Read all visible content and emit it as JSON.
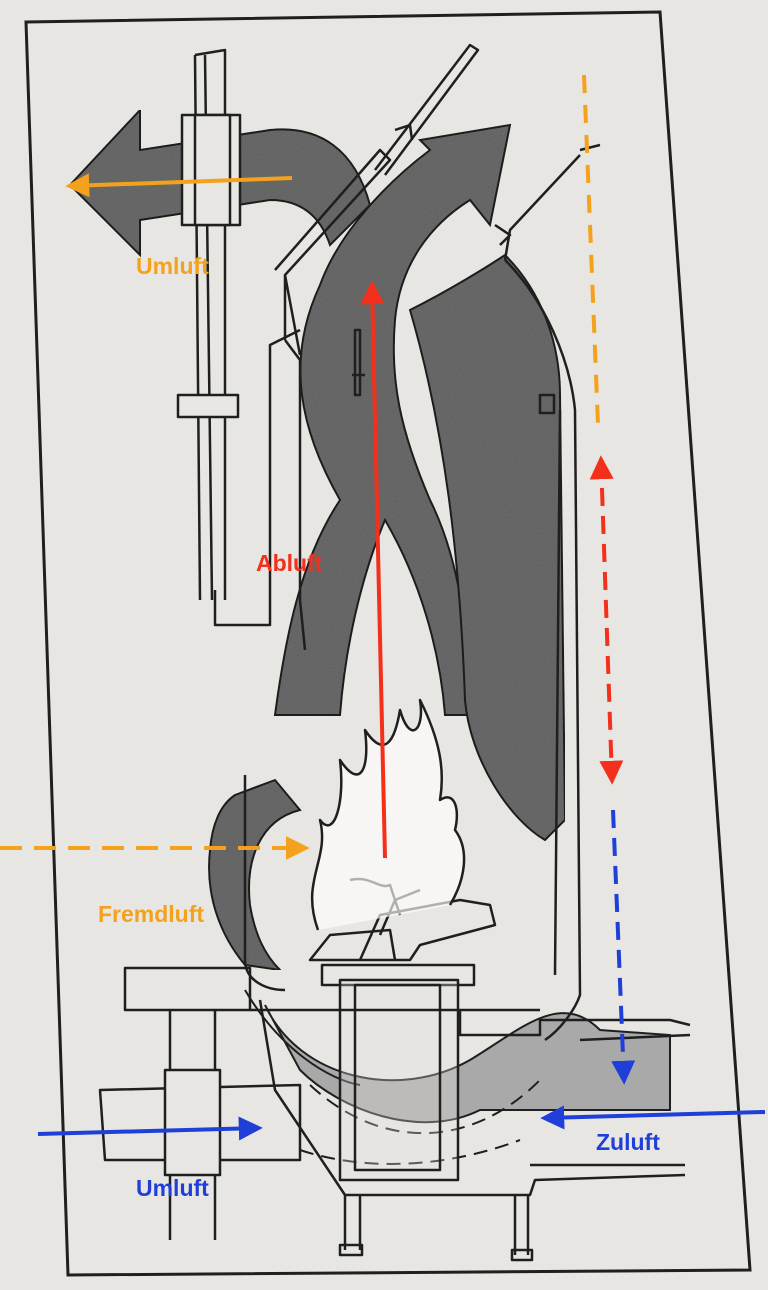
{
  "labels": {
    "umluft_top": "Umluft",
    "abluft": "Abluft",
    "fremdluft": "Fremdluft",
    "zuluft": "Zuluft",
    "umluft_bottom": "Umluft"
  },
  "colors": {
    "background": "#e7e6e2",
    "line": "#1f1f1f",
    "smoke": "#6d6d6d",
    "hopper": "#a9a9a9",
    "orange": "#f4a21d",
    "red": "#f2301c",
    "blue": "#1f3fd8"
  }
}
